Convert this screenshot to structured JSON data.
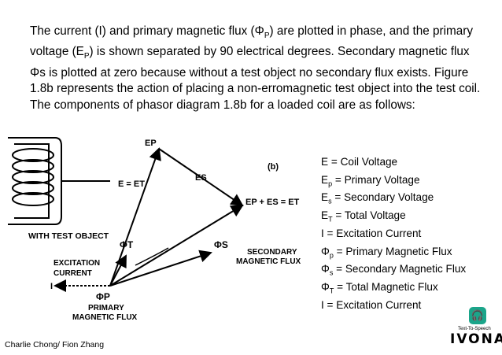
{
  "intro": {
    "p1": "The current (I) and primary magnetic flux (Φ",
    "p1_sub": "P",
    "p2": ") are plotted in phase, and the primary voltage (E",
    "p2_sub": "P",
    "p3": ") is shown separated by 90 electrical degrees. Secondary magnetic flux Φs is plotted at zero because without a test object no secondary flux exists. Figure 1.8b represents the action of placing a non-erromagnetic test object into the test coil. The components of phasor diagram 1.8b for a loaded coil are as follows:"
  },
  "diagram": {
    "ep": "EP",
    "e_eq_et": "E = ET",
    "es": "ES",
    "b_label": "(b)",
    "ep_es_et": "EP + ES = ET",
    "with_test_object": "WITH TEST OBJECT",
    "phi_t": "ΦT",
    "phi_s": "ΦS",
    "secondary_flux_1": "SECONDARY",
    "secondary_flux_2": "MAGNETIC FLUX",
    "excitation_1": "EXCITATION",
    "excitation_2": "CURRENT",
    "i_label": "I",
    "phi_p": "ΦP",
    "primary_flux_1": "PRIMARY",
    "primary_flux_2": "MAGNETIC FLUX"
  },
  "legend": [
    {
      "pre": "E",
      "sub": "",
      "post": " = Coil Voltage"
    },
    {
      "pre": "E",
      "sub": "p",
      "post": " = Primary Voltage"
    },
    {
      "pre": "E",
      "sub": "s",
      "post": " = Secondary Voltage"
    },
    {
      "pre": "E",
      "sub": "T",
      "post": " = Total Voltage"
    },
    {
      "pre": "I",
      "sub": "",
      "post": " = Excitation Current"
    },
    {
      "pre": "Φ",
      "sub": "p",
      "post": " = Primary Magnetic Flux"
    },
    {
      "pre": "Φ",
      "sub": "s",
      "post": " = Secondary Magnetic Flux"
    },
    {
      "pre": "Φ",
      "sub": "T",
      "post": " = Total Magnetic Flux"
    },
    {
      "pre": "I",
      "sub": "",
      "post": " = Excitation Current"
    }
  ],
  "footer": "Charlie Chong/ Fion Zhang",
  "logo": {
    "tts": "Text-To-Speech",
    "brand": "IVONA",
    "icon": "headphones-icon"
  }
}
